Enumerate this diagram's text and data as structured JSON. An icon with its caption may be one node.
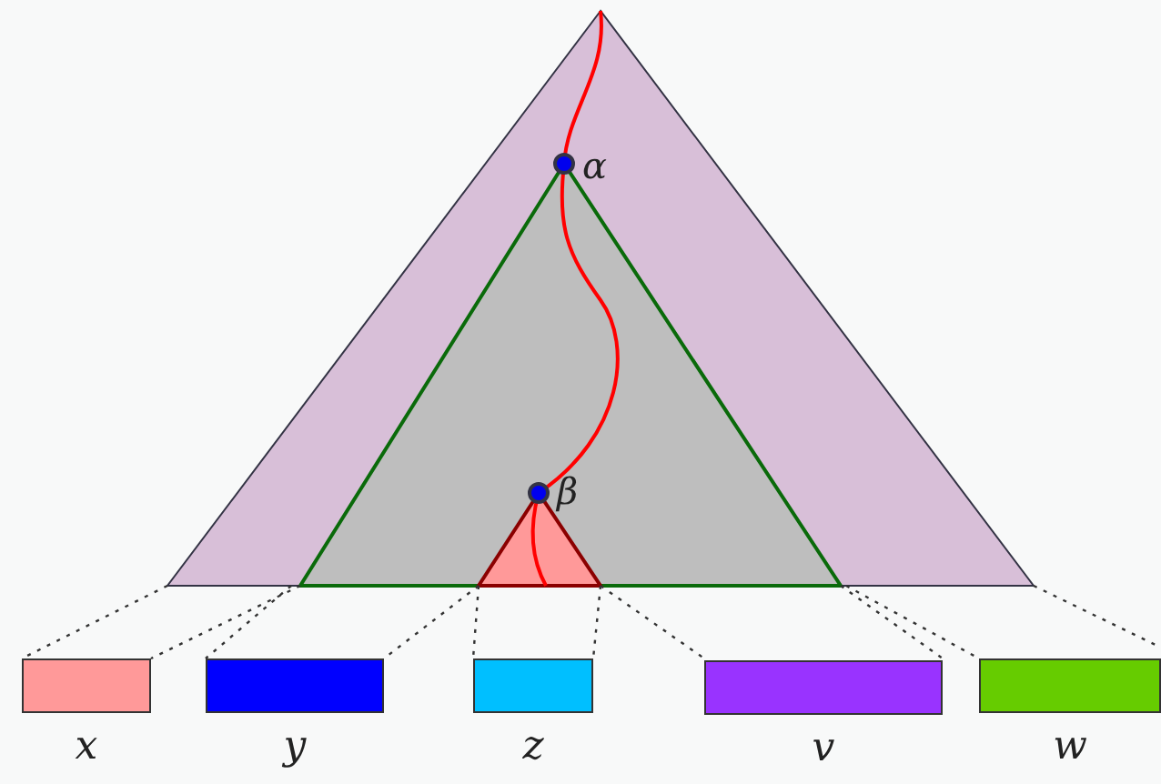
{
  "diagram": {
    "nodes": [
      {
        "text": [],
        "shape": "triangle"
      },
      {
        "text": [],
        "shape": "triangle",
        "in": 0
      },
      {
        "text": [],
        "shape": "triangle",
        "in": 1
      },
      {
        "text": [
          "α"
        ],
        "in": 0
      },
      {
        "text": [
          "β"
        ],
        "in": 1
      },
      {
        "text": [
          "x"
        ]
      },
      {
        "text": [
          "y"
        ]
      },
      {
        "text": [
          "z"
        ]
      },
      {
        "text": [
          "v"
        ]
      },
      {
        "text": [
          "w"
        ]
      }
    ]
  }
}
